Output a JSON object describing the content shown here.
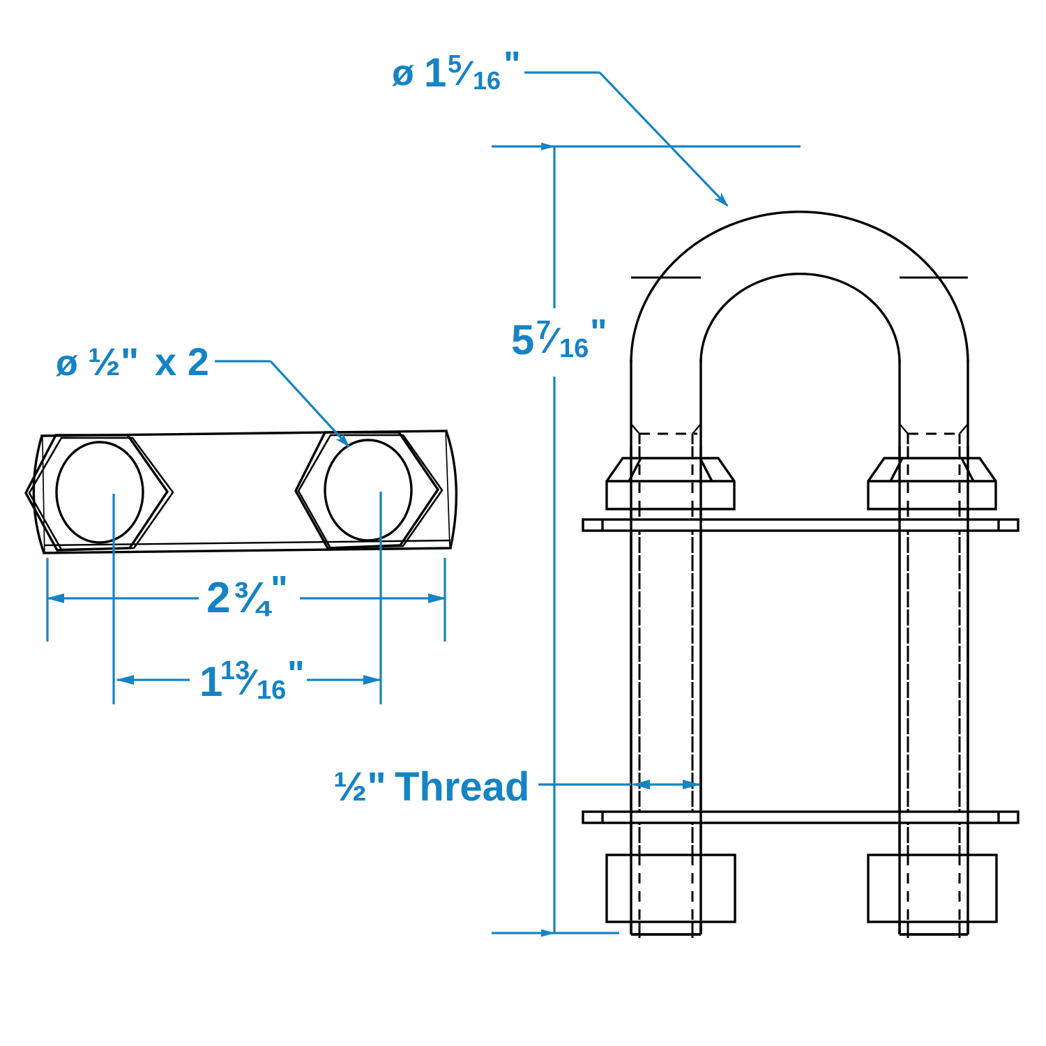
{
  "drawing": {
    "title": "U-Bolt Technical Dimension Drawing",
    "accent_color": "#1583c4",
    "line_color": "#000000",
    "background": "#ffffff"
  },
  "views": {
    "top_view": {
      "name": "plate-with-two-hex-nuts-top-view",
      "description": "Flat bar plate seen from above with two hexagonal nuts and bolt holes"
    },
    "front_view": {
      "name": "u-bolt-front-view",
      "description": "U-bolt with bent top, two legs, upper plate, hex nuts and lower square nuts"
    }
  },
  "dimensions": {
    "bend_diameter": {
      "label": "Ø 1",
      "whole": "1",
      "numerator": "5",
      "denominator": "16",
      "unit": "\"",
      "full_text": "Ø 1 5/16\"",
      "prefix": "ø"
    },
    "hole_diameter": {
      "full_text": "ø ½\" x 2",
      "prefix": "ø",
      "value": "½\"",
      "qty": "x 2"
    },
    "overall_height": {
      "whole": "5",
      "numerator": "7",
      "denominator": "16",
      "unit": "\"",
      "full_text": "5 7/16\""
    },
    "plate_length": {
      "whole": "2",
      "fraction": "¾",
      "unit": "\"",
      "full_text": "2¾\""
    },
    "hole_spacing": {
      "whole": "1",
      "numerator": "13",
      "denominator": "16",
      "unit": "\"",
      "full_text": "1 13/16\""
    },
    "thread": {
      "full_text": "½\" Thread",
      "size": "½\"",
      "word": "Thread"
    }
  }
}
